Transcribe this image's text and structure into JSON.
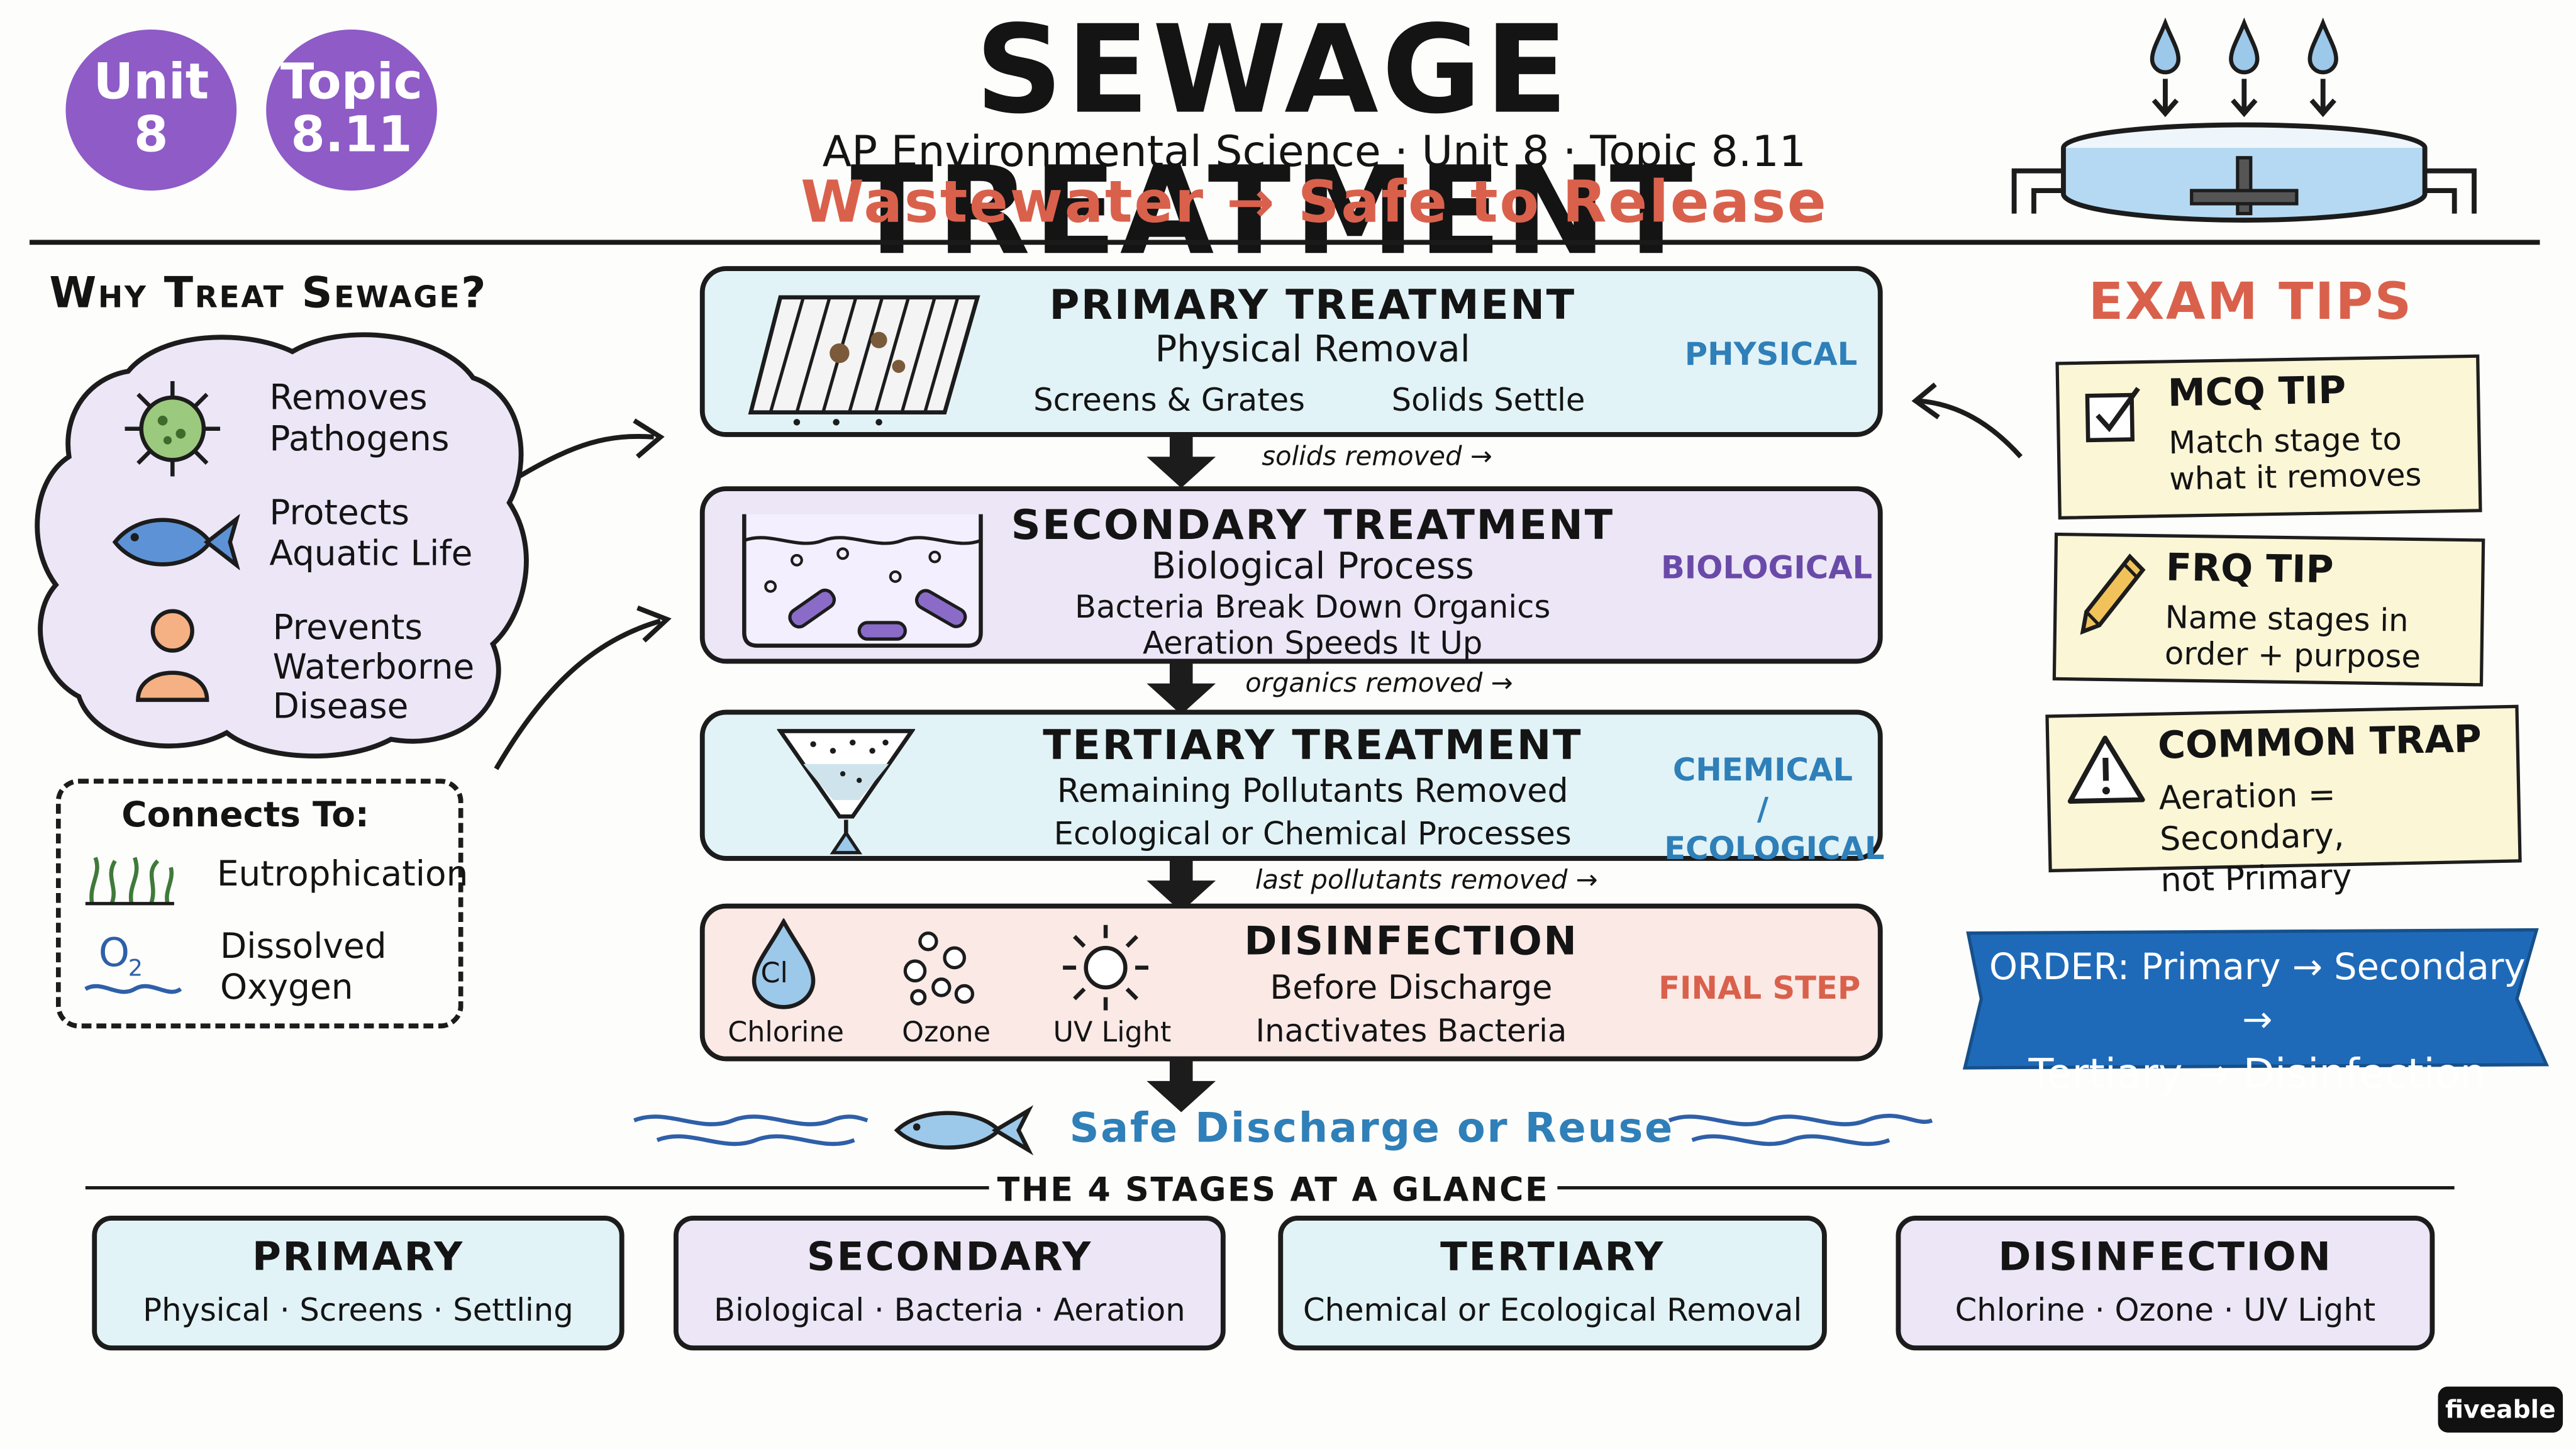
{
  "header": {
    "unit_line1": "Unit",
    "unit_line2": "8",
    "topic_line1": "Topic",
    "topic_line2": "8.11",
    "title": "SEWAGE TREATMENT",
    "subtitle": "AP Environmental Science · Unit 8 · Topic 8.11",
    "tagline": "Wastewater → Safe to Release"
  },
  "why": {
    "heading": "Why Treat Sewage?",
    "items": [
      {
        "line1": "Removes",
        "line2": "Pathogens",
        "icon": "virus-icon"
      },
      {
        "line1": "Protects",
        "line2": "Aquatic Life",
        "icon": "fish-icon"
      },
      {
        "line1": "Prevents",
        "line2": "Waterborne",
        "line3": "Disease",
        "icon": "person-icon"
      }
    ]
  },
  "connects": {
    "heading": "Connects To:",
    "items": [
      {
        "label": "Eutrophication",
        "icon": "algae-icon"
      },
      {
        "line1": "Dissolved",
        "line2": "Oxygen",
        "icon": "oxygen-icon"
      }
    ]
  },
  "stages": [
    {
      "title": "PRIMARY TREATMENT",
      "subtitle": "Physical Removal",
      "detail_a": "Screens & Grates",
      "detail_b": "Solids Settle",
      "tag": "PHYSICAL",
      "arrow_label": "solids removed →",
      "color": "#e1f3f7",
      "tag_color": "#2f7fb8"
    },
    {
      "title": "SECONDARY TREATMENT",
      "subtitle": "Biological Process",
      "detail_a": "Bacteria Break Down Organics",
      "detail_b": "Aeration Speeds It Up",
      "tag": "BIOLOGICAL",
      "arrow_label": "organics removed →",
      "color": "#ece6f7",
      "tag_color": "#6a4aa8"
    },
    {
      "title": "TERTIARY TREATMENT",
      "subtitle": "Remaining Pollutants Removed",
      "detail_a": "Ecological or Chemical Processes",
      "tag_line1": "CHEMICAL /",
      "tag_line2": "ECOLOGICAL",
      "arrow_label": "last pollutants removed →",
      "color": "#e1f3f7",
      "tag_color": "#2f7fb8"
    },
    {
      "title": "DISINFECTION",
      "subtitle": "Before Discharge",
      "detail_a": "Inactivates Bacteria",
      "tag": "FINAL STEP",
      "color": "#fbe9e6",
      "tag_color": "#d9614c",
      "methods": [
        "Chlorine",
        "Ozone",
        "UV Light"
      ],
      "chlorine_symbol": "Cl"
    }
  ],
  "discharge": "Safe Discharge or Reuse",
  "exam": {
    "heading": "EXAM TIPS",
    "tips": [
      {
        "title": "MCQ TIP",
        "line1": "Match stage to",
        "line2": "what it removes",
        "icon": "checkbox-icon"
      },
      {
        "title": "FRQ TIP",
        "line1": "Name stages in",
        "line2": "order + purpose",
        "icon": "pencil-icon"
      },
      {
        "title": "COMMON TRAP",
        "line1": "Aeration = Secondary,",
        "line2": "not Primary",
        "icon": "warning-icon"
      }
    ],
    "order_line1": "ORDER: Primary → Secondary →",
    "order_line2": "Tertiary → Disinfection"
  },
  "glance": {
    "heading": "THE 4 STAGES AT A GLANCE",
    "cards": [
      {
        "title": "PRIMARY",
        "detail": "Physical · Screens · Settling",
        "color": "#e1f3f7"
      },
      {
        "title": "SECONDARY",
        "detail": "Biological · Bacteria · Aeration",
        "color": "#ece6f7"
      },
      {
        "title": "TERTIARY",
        "detail": "Chemical or Ecological Removal",
        "color": "#e1f3f7"
      },
      {
        "title": "DISINFECTION",
        "detail": "Chlorine · Ozone · UV Light",
        "color": "#ece6f7"
      }
    ]
  },
  "watermark": "fiveable"
}
